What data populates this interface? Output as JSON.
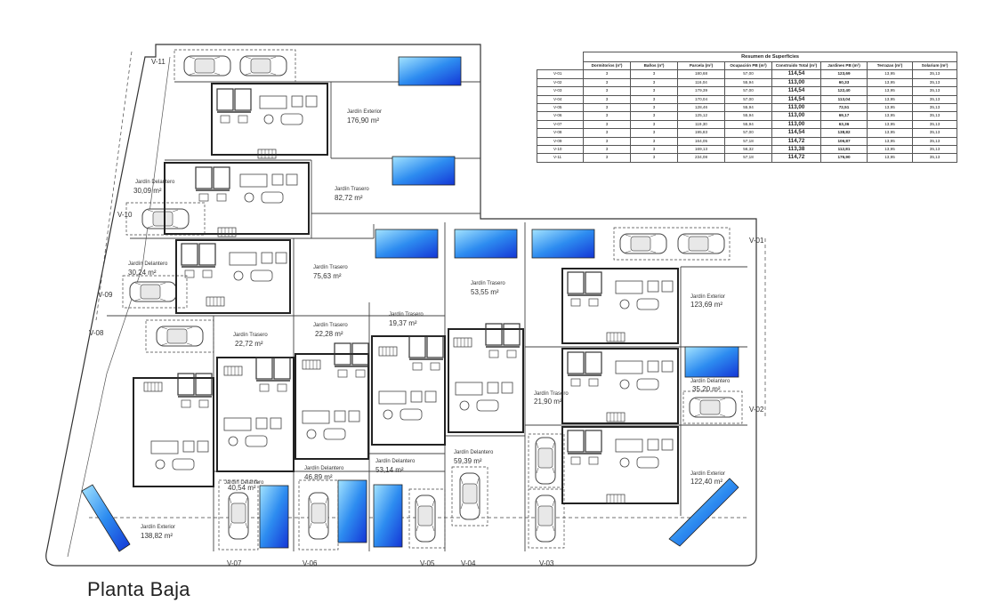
{
  "caption": "Planta Baja",
  "table": {
    "title": "Resumen de Superficies",
    "columns": [
      "Dormitorios (nº)",
      "Baños (nº)",
      "Parcela (m²)",
      "Ocupación PB (m²)",
      "Construido Total (m²)",
      "Jardines PB (m²)",
      "Terrazas (m²)",
      "Solarium (m²)"
    ],
    "rows": [
      [
        "V-01",
        "3",
        "3",
        "180,68",
        "57,00",
        "114,54",
        "123,69",
        "13,95",
        "35,13"
      ],
      [
        "V-02",
        "3",
        "3",
        "116,04",
        "55,94",
        "113,00",
        "60,33",
        "13,95",
        "35,13"
      ],
      [
        "V-03",
        "3",
        "3",
        "179,39",
        "57,00",
        "114,54",
        "122,40",
        "13,95",
        "35,13"
      ],
      [
        "V-04",
        "3",
        "3",
        "170,04",
        "57,00",
        "114,54",
        "113,04",
        "13,95",
        "35,13"
      ],
      [
        "V-05",
        "3",
        "3",
        "128,46",
        "55,94",
        "113,00",
        "72,51",
        "13,95",
        "35,13"
      ],
      [
        "V-06",
        "3",
        "3",
        "125,12",
        "55,94",
        "113,00",
        "69,17",
        "13,95",
        "35,13"
      ],
      [
        "V-07",
        "3",
        "3",
        "119,30",
        "55,94",
        "113,00",
        "63,36",
        "13,95",
        "35,13"
      ],
      [
        "V-08",
        "3",
        "3",
        "195,83",
        "57,00",
        "114,54",
        "138,82",
        "13,95",
        "35,13"
      ],
      [
        "V-09",
        "3",
        "3",
        "164,05",
        "57,18",
        "114,72",
        "106,87",
        "13,95",
        "35,13"
      ],
      [
        "V-10",
        "3",
        "3",
        "169,13",
        "56,32",
        "113,38",
        "112,81",
        "13,95",
        "35,13"
      ],
      [
        "V-11",
        "3",
        "3",
        "234,08",
        "57,18",
        "114,72",
        "176,90",
        "13,95",
        "35,13"
      ]
    ]
  },
  "villa_labels": [
    "V-11",
    "V-10",
    "V-09",
    "V-08",
    "V-07",
    "V-06",
    "V-05",
    "V-04",
    "V-03",
    "V-02",
    "V-01"
  ],
  "gardens": [
    {
      "name": "Jardín Exterior",
      "area": "176,90 m²"
    },
    {
      "name": "Jardín Delantero",
      "area": "30,09 m²"
    },
    {
      "name": "Jardín Trasero",
      "area": "82,72 m²"
    },
    {
      "name": "Jardín Delantero",
      "area": "30,24 m²"
    },
    {
      "name": "Jardín Trasero",
      "area": "75,63 m²"
    },
    {
      "name": "Jardín Trasero",
      "area": "53,55 m²"
    },
    {
      "name": "Jardín Exterior",
      "area": "123,69 m²"
    },
    {
      "name": "Jardín Trasero",
      "area": "22,72 m²"
    },
    {
      "name": "Jardín Trasero",
      "area": "22,28 m²"
    },
    {
      "name": "Jardín Trasero",
      "area": "19,37 m²"
    },
    {
      "name": "Jardín Delantero",
      "area": "35,20 m²"
    },
    {
      "name": "Jardín Trasero",
      "area": "21,90 m²"
    },
    {
      "name": "Jardín Delantero",
      "area": "46,89 m²"
    },
    {
      "name": "Jardín Delantero",
      "area": "53,14 m²"
    },
    {
      "name": "Jardín Delantero",
      "area": "59,39 m²"
    },
    {
      "name": "Jardín Delantero",
      "area": "40,54 m²"
    },
    {
      "name": "Jardín Exterior",
      "area": "122,40 m²"
    },
    {
      "name": "Jardín Exterior",
      "area": "138,82 m²"
    }
  ],
  "colors": {
    "pool_light": "#9fdcff",
    "pool_dark": "#1541d8",
    "line": "#333333"
  }
}
